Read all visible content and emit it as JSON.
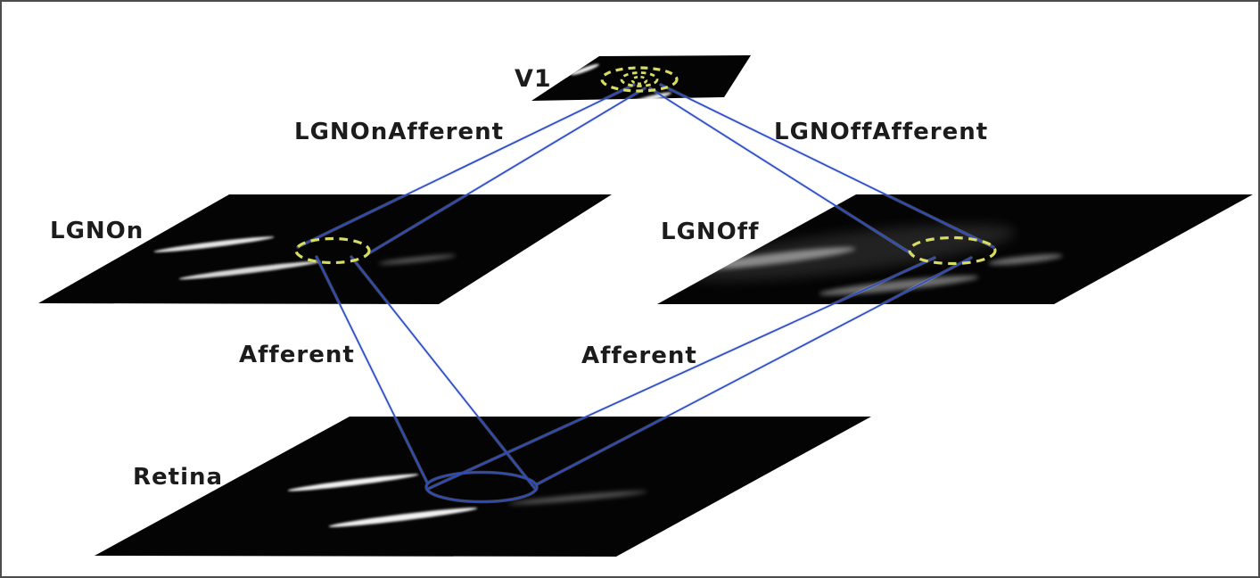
{
  "diagram": {
    "layers": [
      {
        "label": "V1"
      },
      {
        "label": "LGNOn"
      },
      {
        "label": "LGNOff"
      },
      {
        "label": "Retina"
      }
    ],
    "projections": [
      {
        "label": "LGNOnAfferent"
      },
      {
        "label": "LGNOffAfferent"
      },
      {
        "label": "Afferent"
      },
      {
        "label": "Afferent"
      }
    ],
    "colors": {
      "background": "#ffffff",
      "frame": "#4d4d4d",
      "sheet": "#040404",
      "connection": "#2e4cc3",
      "connection_halo": "#a9b6e8",
      "receptive_field_dash": "#d8dc62",
      "label": "#1c1c1c"
    }
  }
}
